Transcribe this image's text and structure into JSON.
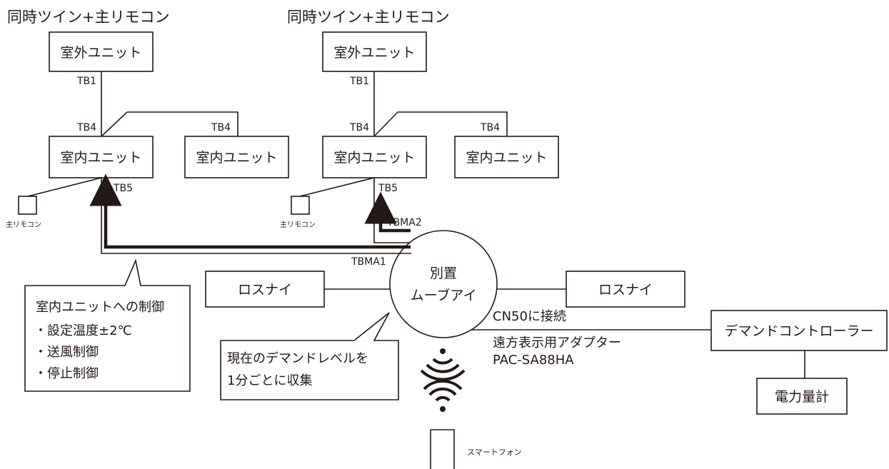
{
  "diagram": {
    "left_system": {
      "title": "同時ツイン+主リモコン",
      "outdoor_unit": "室外ユニット",
      "tb1": "TB1",
      "tb4_main": "TB4",
      "tb4_sub": "TB4",
      "indoor_unit_main": "室内ユニット",
      "indoor_unit_sub": "室内ユニット",
      "tb5": "TB5",
      "remote_label": "主リモコン",
      "tbma": "TBMA1"
    },
    "right_system": {
      "title": "同時ツイン+主リモコン",
      "outdoor_unit": "室外ユニット",
      "tb1": "TB1",
      "tb4_main": "TB4",
      "tb4_sub": "TB4",
      "indoor_unit_main": "室内ユニット",
      "indoor_unit_sub": "室内ユニット",
      "tb5": "TB5",
      "remote_label": "主リモコン",
      "tbma": "TBMA2"
    },
    "move_eye": {
      "line1": "別置",
      "line2": "ムーブアイ"
    },
    "lossnay_left": "ロスナイ",
    "lossnay_right": "ロスナイ",
    "control_callout": {
      "title": "室内ユニットへの制御",
      "items": [
        "・設定温度±2℃",
        "・送風制御",
        "・停止制御"
      ]
    },
    "demand_callout": {
      "line1": "現在のデマンドレベルを",
      "line2": "1分ごとに収集"
    },
    "cn50": "CN50に接続",
    "adapter_line1": "遠方表示用アダプター",
    "adapter_line2": "PAC-SA88HA",
    "demand_controller": "デマンドコントローラー",
    "power_meter": "電力量計",
    "smartphone": "スマートフォン"
  }
}
